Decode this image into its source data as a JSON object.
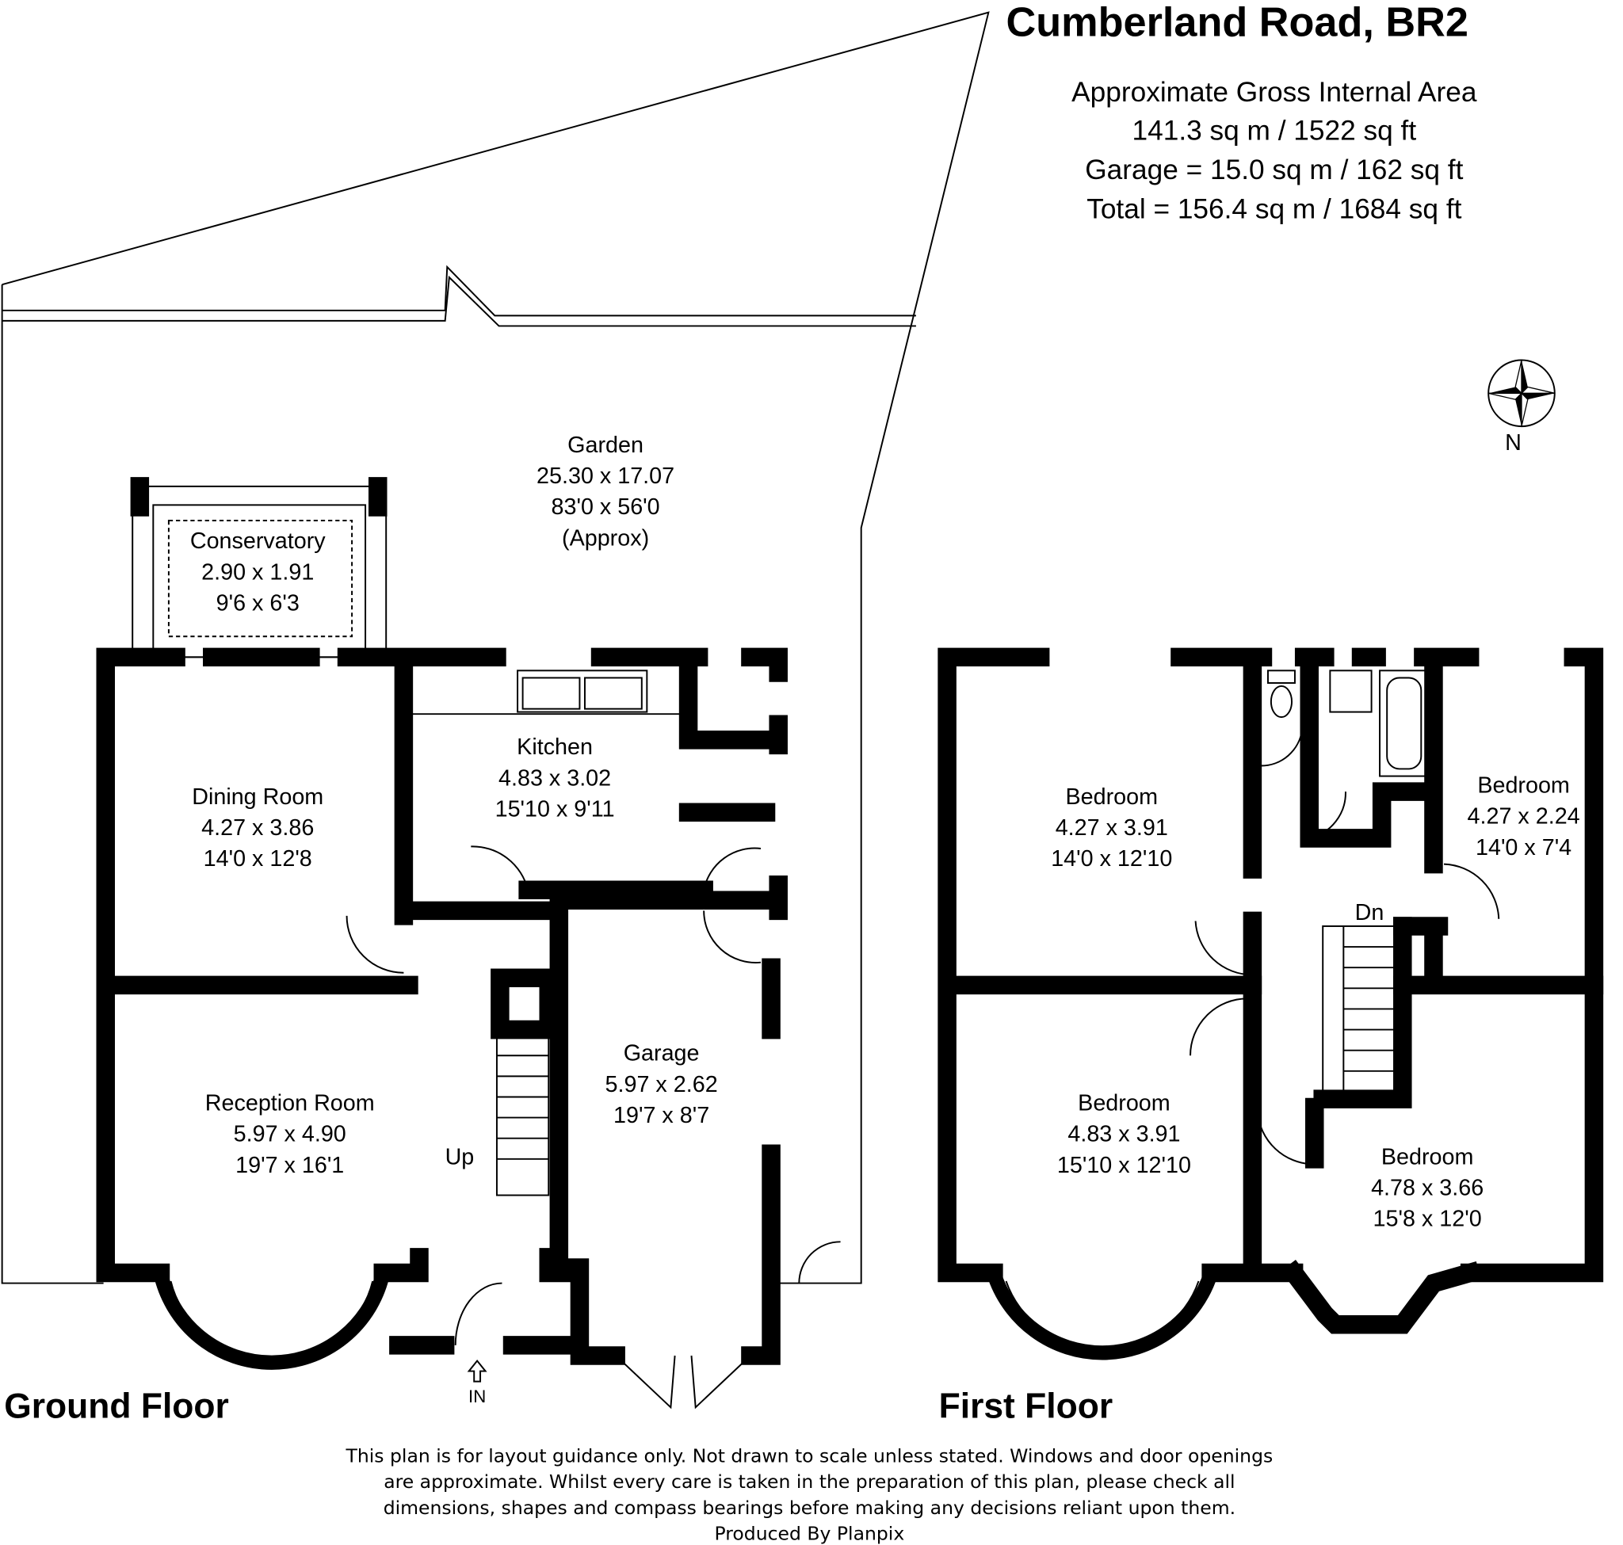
{
  "header": {
    "title": "Cumberland Road, BR2",
    "area_lines": [
      "Approximate Gross Internal Area",
      "141.3 sq m / 1522 sq ft",
      "Garage = 15.0 sq m / 162 sq ft",
      "Total = 156.4 sq m / 1684 sq ft"
    ]
  },
  "ground_floor": {
    "label": "Ground Floor",
    "rooms": [
      {
        "name": "Garden",
        "metric": "25.30 x 17.07",
        "imperial": "83'0 x 56'0",
        "note": "(Approx)"
      },
      {
        "name": "Conservatory",
        "metric": "2.90 x 1.91",
        "imperial": "9'6 x 6'3"
      },
      {
        "name": "Dining Room",
        "metric": "4.27 x 3.86",
        "imperial": "14'0 x 12'8"
      },
      {
        "name": "Kitchen",
        "metric": "4.83 x 3.02",
        "imperial": "15'10 x 9'11"
      },
      {
        "name": "Reception Room",
        "metric": "5.97 x 4.90",
        "imperial": "19'7 x 16'1"
      },
      {
        "name": "Garage",
        "metric": "5.97 x 2.62",
        "imperial": "19'7 x 8'7"
      }
    ],
    "stairs_label": "Up",
    "entrance_label": "IN"
  },
  "first_floor": {
    "label": "First Floor",
    "rooms": [
      {
        "name": "Bedroom",
        "metric": "4.27 x 3.91",
        "imperial": "14'0 x 12'10"
      },
      {
        "name": "Bedroom",
        "metric": "4.27 x 2.24",
        "imperial": "14'0 x 7'4"
      },
      {
        "name": "Bedroom",
        "metric": "4.83 x 3.91",
        "imperial": "15'10 x 12'10"
      },
      {
        "name": "Bedroom",
        "metric": "4.78 x 3.66",
        "imperial": "15'8 x 12'0"
      }
    ],
    "stairs_label": "Dn"
  },
  "compass": {
    "label": "N"
  },
  "footer": {
    "lines": [
      "This plan is for layout guidance only. Not drawn to scale unless stated. Windows and door openings",
      "are approximate. Whilst every care is taken in the preparation of this plan, please check all",
      "dimensions, shapes and compass bearings before making any decisions reliant upon them.",
      "Produced By Planpix"
    ]
  }
}
